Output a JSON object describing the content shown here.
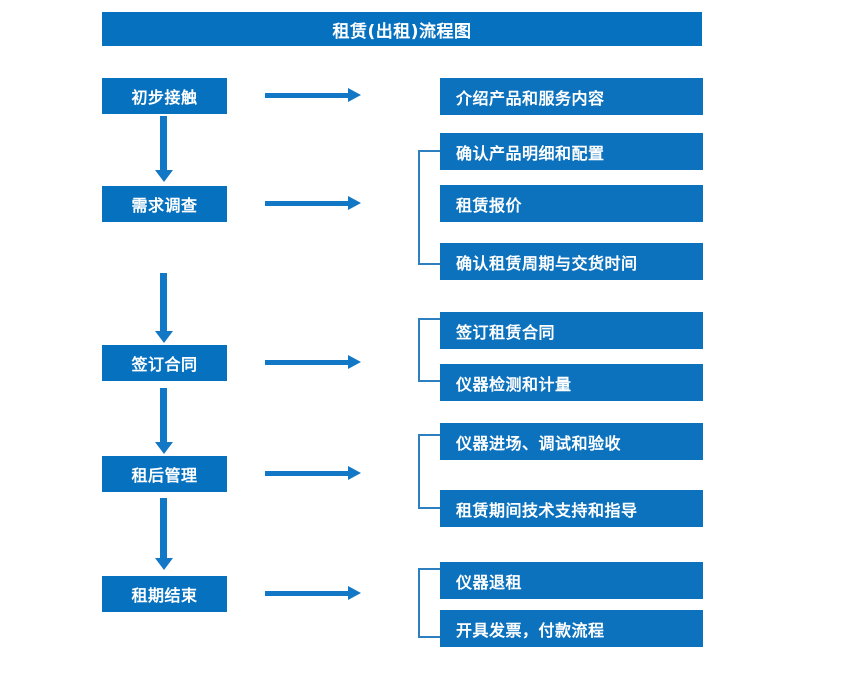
{
  "title": "租赁(出租)流程图",
  "colors": {
    "box_blue": "#0571BF",
    "detail_blue": "#0C72BD",
    "arrow_blue": "#1277C4",
    "bracket_blue": "#2E7FBF",
    "text_white": "#FFFFFF",
    "background": "#FFFFFF"
  },
  "chart_data": {
    "type": "flowchart",
    "title": "租赁(出租)流程图",
    "orientation": "vertical-stages-with-horizontal-details",
    "stages": [
      {
        "id": "stage-1",
        "label": "初步接触",
        "details": [
          "介绍产品和服务内容"
        ],
        "grouped": false
      },
      {
        "id": "stage-2",
        "label": "需求调查",
        "details": [
          "确认产品明细和配置",
          "租赁报价",
          "确认租赁周期与交货时间"
        ],
        "grouped": true
      },
      {
        "id": "stage-3",
        "label": "签订合同",
        "details": [
          "签订租赁合同",
          "仪器检测和计量"
        ],
        "grouped": true
      },
      {
        "id": "stage-4",
        "label": "租后管理",
        "details": [
          "仪器进场、调试和验收",
          "租赁期间技术支持和指导"
        ],
        "grouped": true
      },
      {
        "id": "stage-5",
        "label": "租期结束",
        "details": [
          "仪器退租",
          "开具发票，付款流程"
        ],
        "grouped": true
      }
    ],
    "connectors": {
      "vertical_arrows": 4,
      "horizontal_arrows": 5,
      "brackets": 4
    }
  },
  "stages": {
    "s1": "初步接触",
    "s2": "需求调查",
    "s3": "签订合同",
    "s4": "租后管理",
    "s5": "租期结束"
  },
  "details": {
    "d1_1": "介绍产品和服务内容",
    "d2_1": "确认产品明细和配置",
    "d2_2": "租赁报价",
    "d2_3": "确认租赁周期与交货时间",
    "d3_1": "签订租赁合同",
    "d3_2": "仪器检测和计量",
    "d4_1": "仪器进场、调试和验收",
    "d4_2": "租赁期间技术支持和指导",
    "d5_1": "仪器退租",
    "d5_2": "开具发票，付款流程"
  }
}
